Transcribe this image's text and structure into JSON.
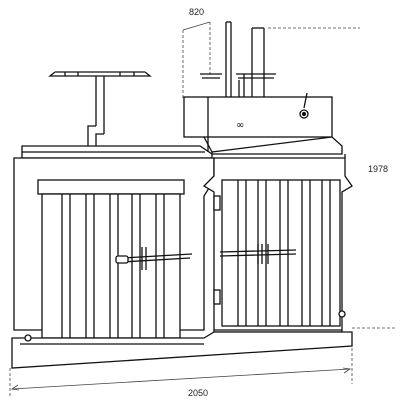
{
  "dimensions": {
    "top_offset": "820",
    "height": "1978",
    "width": "2050"
  },
  "panel_symbol": "∞",
  "colors": {
    "line": "#111111",
    "dim_line": "#444444",
    "background": "#ffffff"
  }
}
